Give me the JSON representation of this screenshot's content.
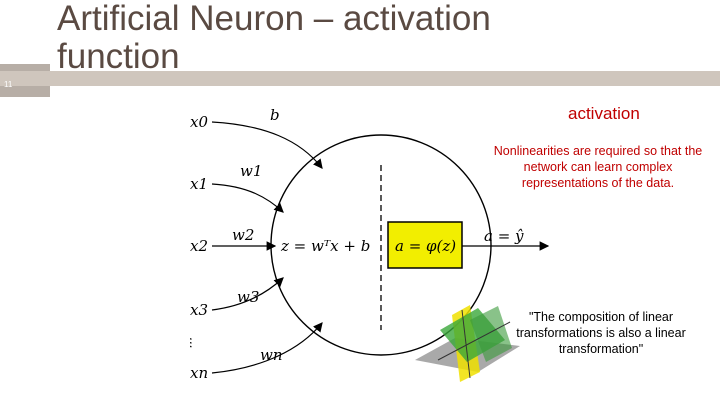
{
  "slide": {
    "number": "11",
    "title_line1": "Artificial Neuron – activation",
    "title_line2": "function"
  },
  "annotations": {
    "activation_label": "activation",
    "nonlinearity_note": "Nonlinearities are required so that the network can learn complex representations of the data.",
    "linear_quote": "\"The composition of linear transformations is also a linear transformation\""
  },
  "diagram": {
    "inputs": [
      "x0",
      "x1",
      "x2",
      "x3",
      "xn"
    ],
    "weights": [
      "b",
      "w1",
      "w2",
      "w3",
      "wn"
    ],
    "ellipsis": "...",
    "sum_expression": "z = wᵀx + b",
    "activation_expression": "a = φ(z)",
    "output_expression": "a = ŷ",
    "colors": {
      "activation_box": "#f2ee00",
      "box_border": "#000000",
      "accent_text": "#c00000"
    }
  }
}
